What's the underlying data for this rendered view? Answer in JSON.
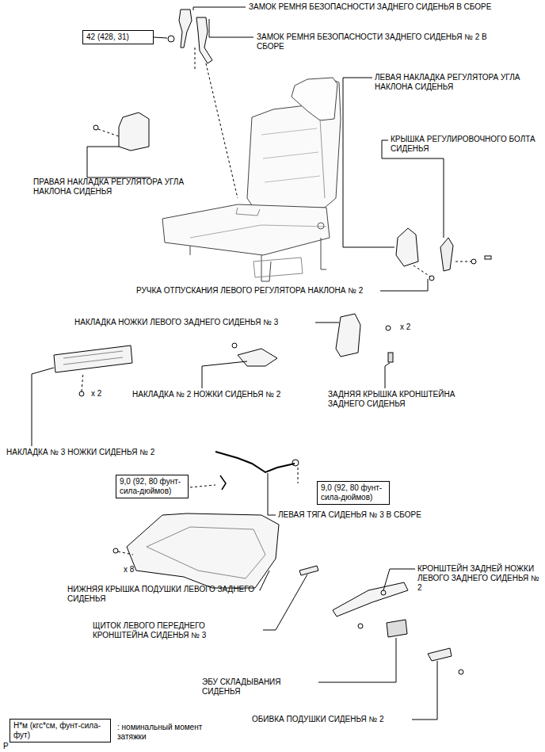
{
  "diagram": {
    "nodes": [
      {
        "text": [
          "42 (428, 31)"
        ]
      },
      {
        "text": [
          "9,0 (92, 80 фунт-сила-дюймов)"
        ]
      },
      {
        "text": [
          "9,0 (92, 80 фунт-сила-дюймов)"
        ]
      },
      {
        "text": [
          "Н*м (кгс*см, фунт-сила-фут)"
        ]
      }
    ],
    "labels": [
      "ЗАМОК РЕМНЯ БЕЗОПАСНОСТИ ЗАДНЕГО СИДЕНЬЯ В СБОРЕ",
      "ЗАМОК РЕМНЯ БЕЗОПАСНОСТИ ЗАДНЕГО СИДЕНЬЯ № 2 В СБОРЕ",
      "ЛЕВАЯ НАКЛАДКА РЕГУЛЯТОРА УГЛА НАКЛОНА СИДЕНЬЯ",
      "КРЫШКА РЕГУЛИРОВОЧНОГО БОЛТА СИДЕНЬЯ",
      "ПРАВАЯ НАКЛАДКА РЕГУЛЯТОРА УГЛА НАКЛОНА СИДЕНЬЯ",
      "РУЧКА ОТПУСКАНИЯ ЛЕВОГО РЕГУЛЯТОРА НАКЛОНА № 2",
      "НАКЛАДКА НОЖКИ ЛЕВОГО ЗАДНЕГО СИДЕНЬЯ № 3",
      "x 2",
      "НАКЛАДКА № 2 НОЖКИ СИДЕНЬЯ № 2",
      "x 2",
      "ЗАДНЯЯ КРЫШКА КРОНШТЕЙНА ЗАДНЕГО СИДЕНЬЯ",
      "НАКЛАДКА № 3 НОЖКИ СИДЕНЬЯ № 2",
      "ЛЕВАЯ ТЯГА СИДЕНЬЯ № 3 В СБОРЕ",
      "x 8",
      "НИЖНЯЯ КРЫШКА ПОДУШКИ ЛЕВОГО ЗАДНЕГО СИДЕНЬЯ",
      "КРОНШТЕЙН ЗАДНЕЙ НОЖКИ ЛЕВОГО ЗАДНЕГО СИДЕНЬЯ № 2",
      "ЩИТОК ЛЕВОГО ПЕРЕДНЕГО КРОНШТЕЙНА СИДЕНЬЯ № 3",
      "ЭБУ СКЛАДЫВАНИЯ СИДЕНЬЯ",
      "ОБИВКА ПОДУШКИ СИДЕНЬЯ № 2",
      "P"
    ],
    "legend": [
      {
        "text": ": номинальный момент затяжки"
      }
    ]
  }
}
